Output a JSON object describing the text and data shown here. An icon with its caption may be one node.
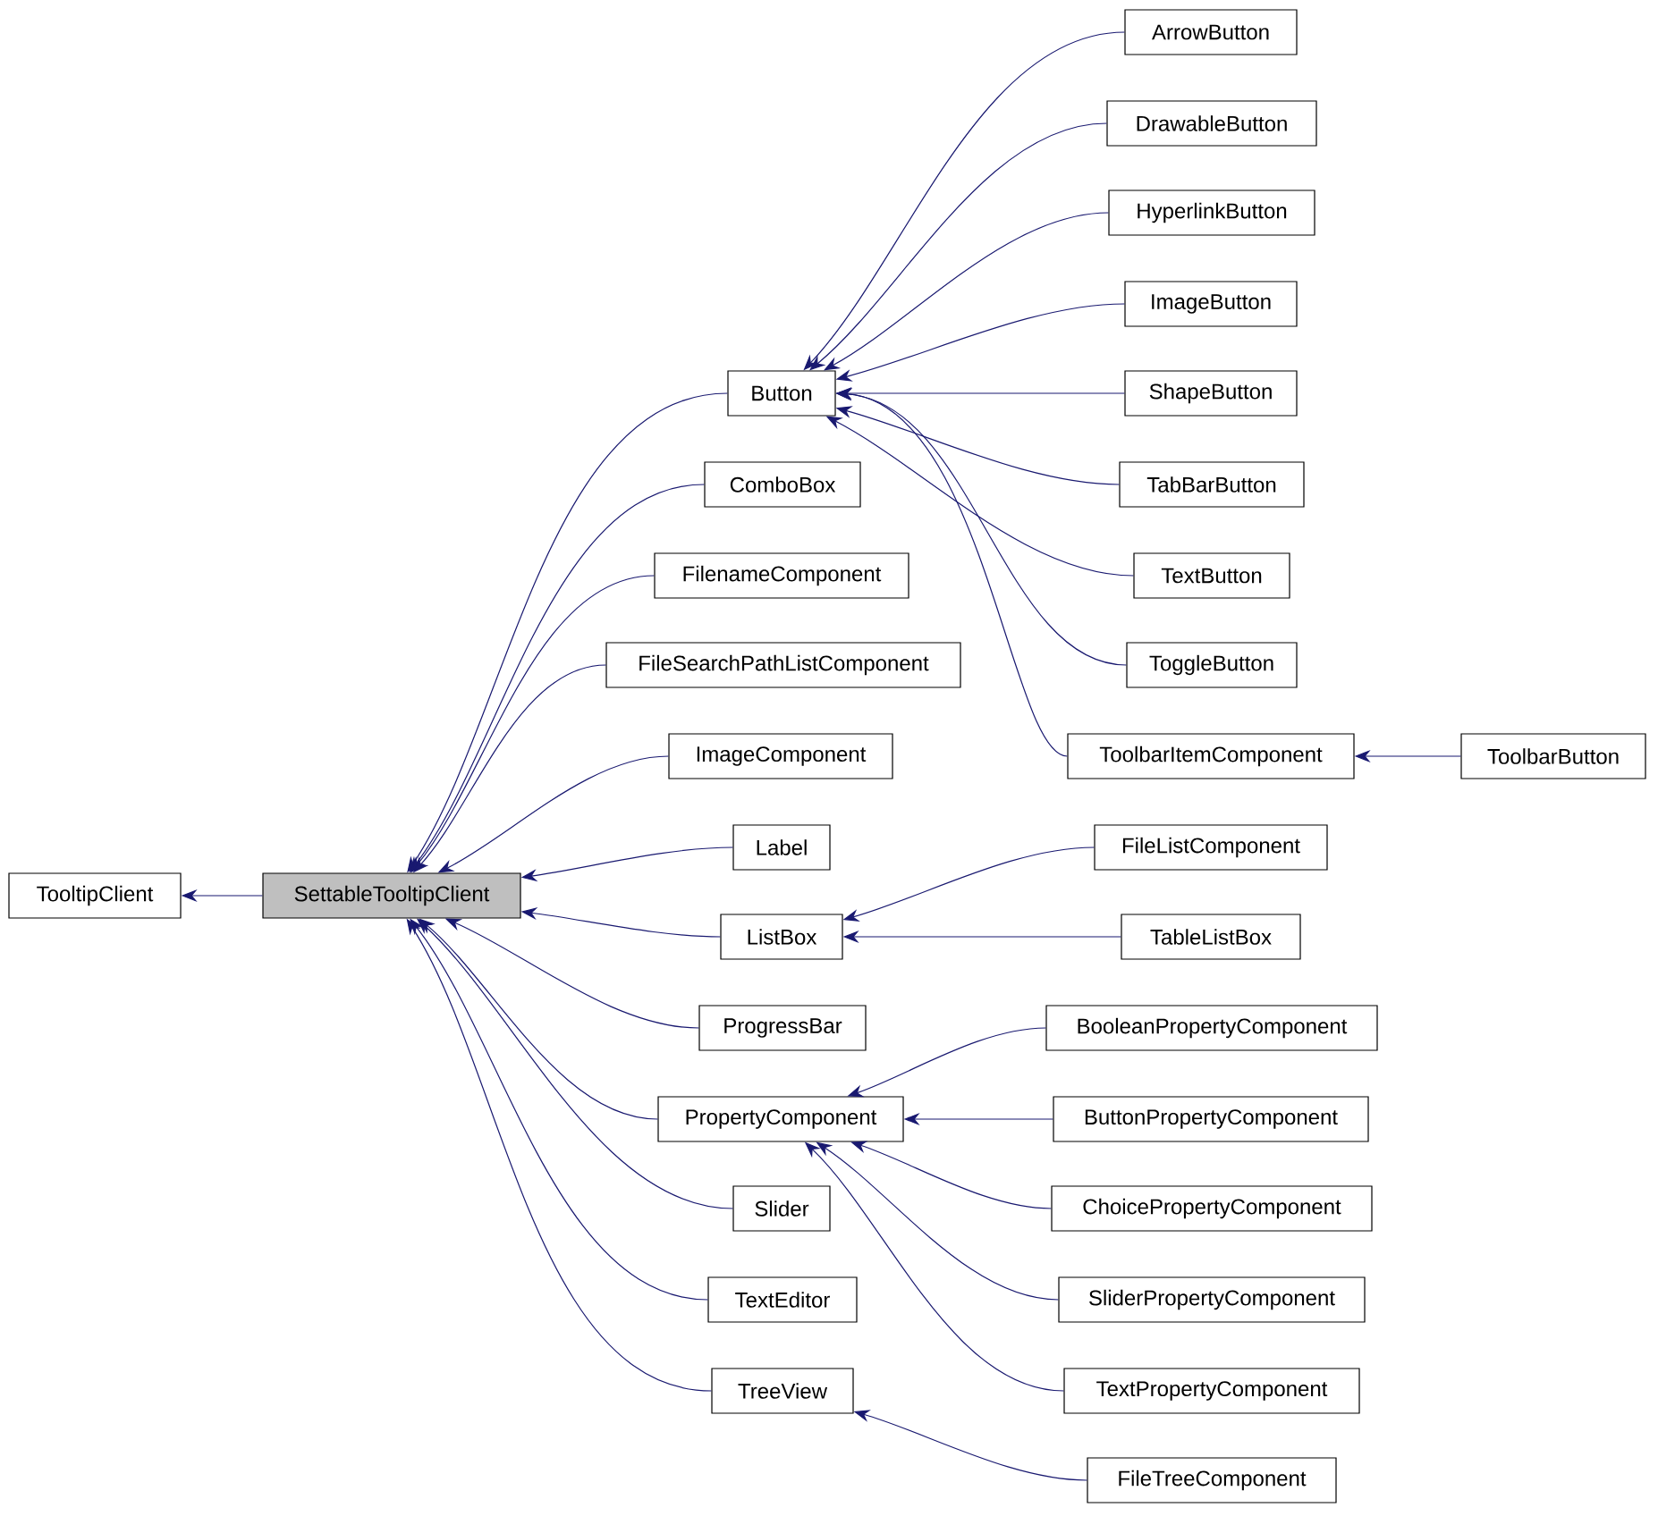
{
  "diagram": {
    "nodes": [
      {
        "text": [
          "TooltipClient"
        ]
      },
      {
        "text": [
          "SettableTooltipClient"
        ]
      },
      {
        "text": [
          "Button"
        ]
      },
      {
        "text": [
          "ComboBox"
        ]
      },
      {
        "text": [
          "FilenameComponent"
        ]
      },
      {
        "text": [
          "FileSearchPathListComponent"
        ]
      },
      {
        "text": [
          "ImageComponent"
        ]
      },
      {
        "text": [
          "Label"
        ]
      },
      {
        "text": [
          "ListBox"
        ]
      },
      {
        "text": [
          "ProgressBar"
        ]
      },
      {
        "text": [
          "PropertyComponent"
        ]
      },
      {
        "text": [
          "Slider"
        ]
      },
      {
        "text": [
          "TextEditor"
        ]
      },
      {
        "text": [
          "TreeView"
        ]
      },
      {
        "text": [
          "ArrowButton"
        ]
      },
      {
        "text": [
          "DrawableButton"
        ]
      },
      {
        "text": [
          "HyperlinkButton"
        ]
      },
      {
        "text": [
          "ImageButton"
        ]
      },
      {
        "text": [
          "ShapeButton"
        ]
      },
      {
        "text": [
          "TabBarButton"
        ]
      },
      {
        "text": [
          "TextButton"
        ]
      },
      {
        "text": [
          "ToggleButton"
        ]
      },
      {
        "text": [
          "ToolbarItemComponent"
        ]
      },
      {
        "text": [
          "ToolbarButton"
        ]
      },
      {
        "text": [
          "FileListComponent"
        ]
      },
      {
        "text": [
          "TableListBox"
        ]
      },
      {
        "text": [
          "BooleanPropertyComponent"
        ]
      },
      {
        "text": [
          "ButtonPropertyComponent"
        ]
      },
      {
        "text": [
          "ChoicePropertyComponent"
        ]
      },
      {
        "text": [
          "SliderPropertyComponent"
        ]
      },
      {
        "text": [
          "TextPropertyComponent"
        ]
      },
      {
        "text": [
          "FileTreeComponent"
        ]
      }
    ],
    "edges": [
      {
        "from": 1,
        "to": 0,
        "arrow": "to"
      },
      {
        "from": 2,
        "to": 1,
        "arrow": "to"
      },
      {
        "from": 3,
        "to": 1,
        "arrow": "to"
      },
      {
        "from": 4,
        "to": 1,
        "arrow": "to"
      },
      {
        "from": 5,
        "to": 1,
        "arrow": "to"
      },
      {
        "from": 6,
        "to": 1,
        "arrow": "to"
      },
      {
        "from": 7,
        "to": 1,
        "arrow": "to"
      },
      {
        "from": 8,
        "to": 1,
        "arrow": "to"
      },
      {
        "from": 9,
        "to": 1,
        "arrow": "to"
      },
      {
        "from": 10,
        "to": 1,
        "arrow": "to"
      },
      {
        "from": 11,
        "to": 1,
        "arrow": "to"
      },
      {
        "from": 12,
        "to": 1,
        "arrow": "to"
      },
      {
        "from": 13,
        "to": 1,
        "arrow": "to"
      },
      {
        "from": 14,
        "to": 2,
        "arrow": "to"
      },
      {
        "from": 15,
        "to": 2,
        "arrow": "to"
      },
      {
        "from": 16,
        "to": 2,
        "arrow": "to"
      },
      {
        "from": 17,
        "to": 2,
        "arrow": "to"
      },
      {
        "from": 18,
        "to": 2,
        "arrow": "to"
      },
      {
        "from": 19,
        "to": 2,
        "arrow": "to"
      },
      {
        "from": 20,
        "to": 2,
        "arrow": "to"
      },
      {
        "from": 21,
        "to": 2,
        "arrow": "to"
      },
      {
        "from": 22,
        "to": 2,
        "arrow": "to"
      },
      {
        "from": 23,
        "to": 22,
        "arrow": "to"
      },
      {
        "from": 24,
        "to": 8,
        "arrow": "to"
      },
      {
        "from": 25,
        "to": 8,
        "arrow": "to"
      },
      {
        "from": 26,
        "to": 10,
        "arrow": "to"
      },
      {
        "from": 27,
        "to": 10,
        "arrow": "to"
      },
      {
        "from": 28,
        "to": 10,
        "arrow": "to"
      },
      {
        "from": 29,
        "to": 10,
        "arrow": "to"
      },
      {
        "from": 30,
        "to": 10,
        "arrow": "to"
      },
      {
        "from": 31,
        "to": 13,
        "arrow": "to"
      }
    ]
  }
}
